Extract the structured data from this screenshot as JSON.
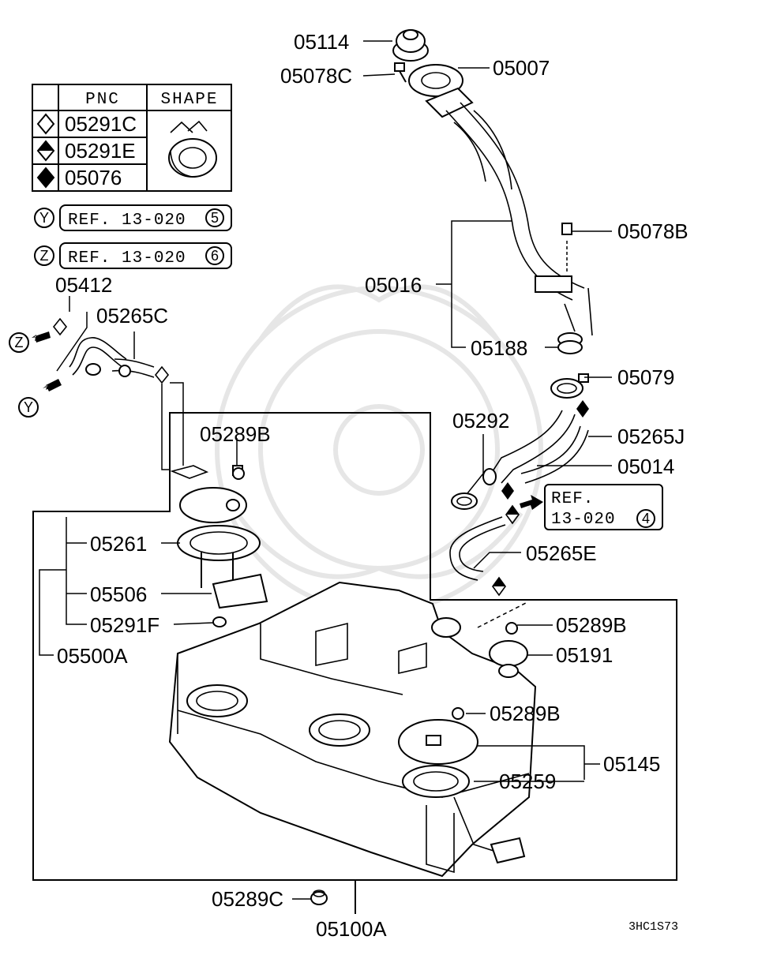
{
  "legend": {
    "headers": {
      "pnc": "PNC",
      "shape": "SHAPE"
    },
    "rows": [
      {
        "symbol": "open-diamond",
        "pnc": "05291C"
      },
      {
        "symbol": "half-diamond",
        "pnc": "05291E"
      },
      {
        "symbol": "filled-diamond",
        "pnc": "05076"
      }
    ]
  },
  "refs": {
    "y": {
      "marker": "Y",
      "text": "REF. 13-020",
      "num": "5"
    },
    "z": {
      "marker": "Z",
      "text": "REF. 13-020",
      "num": "6"
    },
    "main": {
      "line1": "REF.",
      "line2": "13-020",
      "num": "4"
    }
  },
  "parts": {
    "p05114": "05114",
    "p05078C": "05078C",
    "p05007": "05007",
    "p05078B": "05078B",
    "p05016": "05016",
    "p05188": "05188",
    "p05079": "05079",
    "p05292": "05292",
    "p05265J": "05265J",
    "p05014": "05014",
    "p05265E": "05265E",
    "p05412": "05412",
    "p05265C": "05265C",
    "p05289B_top": "05289B",
    "p05261": "05261",
    "p05506": "05506",
    "p05291F": "05291F",
    "p05500A": "05500A",
    "p05289B_right": "05289B",
    "p05191": "05191",
    "p05289B_mid": "05289B",
    "p05145": "05145",
    "p05259": "05259",
    "p05289C": "05289C",
    "p05100A": "05100A"
  },
  "markers": {
    "z": "Z",
    "y": "Y"
  },
  "diagram_code": "3HC1S73"
}
